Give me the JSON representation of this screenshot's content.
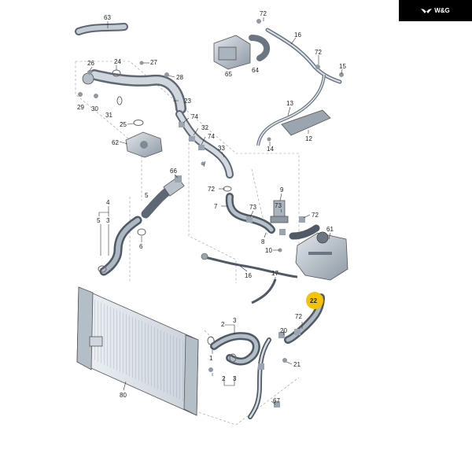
{
  "brand": {
    "logo_icon": "wings-icon",
    "text": "W&G"
  },
  "diagram": {
    "callouts": {
      "c63": "63",
      "c72a": "72",
      "c16a": "16",
      "c65": "65",
      "c64": "64",
      "c72b": "72",
      "c15": "15",
      "c26": "26",
      "c24": "24",
      "c27": "27",
      "c28": "28",
      "c29": "29",
      "c30": "30",
      "c31": "31",
      "c23": "23",
      "c74a": "74",
      "c32": "32",
      "c74b": "74",
      "c25": "25",
      "c62": "62",
      "c33": "33",
      "c13": "13",
      "c14": "14",
      "c12": "12",
      "c72c": "72",
      "c66": "66",
      "c9": "9",
      "c72d": "72",
      "c7": "7",
      "c73a": "73",
      "c73b": "73",
      "c4": "4",
      "c5a": "5",
      "c3a": "3",
      "c5b": "5",
      "c6": "6",
      "c8": "8",
      "c61": "61",
      "c10": "10",
      "c16b": "16",
      "c17": "17",
      "c22": "22",
      "c72e": "72",
      "c20": "20",
      "c21": "21",
      "c2a": "2",
      "c3b": "3",
      "c1": "1",
      "c2b": "2",
      "c3c": "3",
      "c80": "80",
      "c67": "67"
    },
    "highlight_color": "#f5c400"
  }
}
